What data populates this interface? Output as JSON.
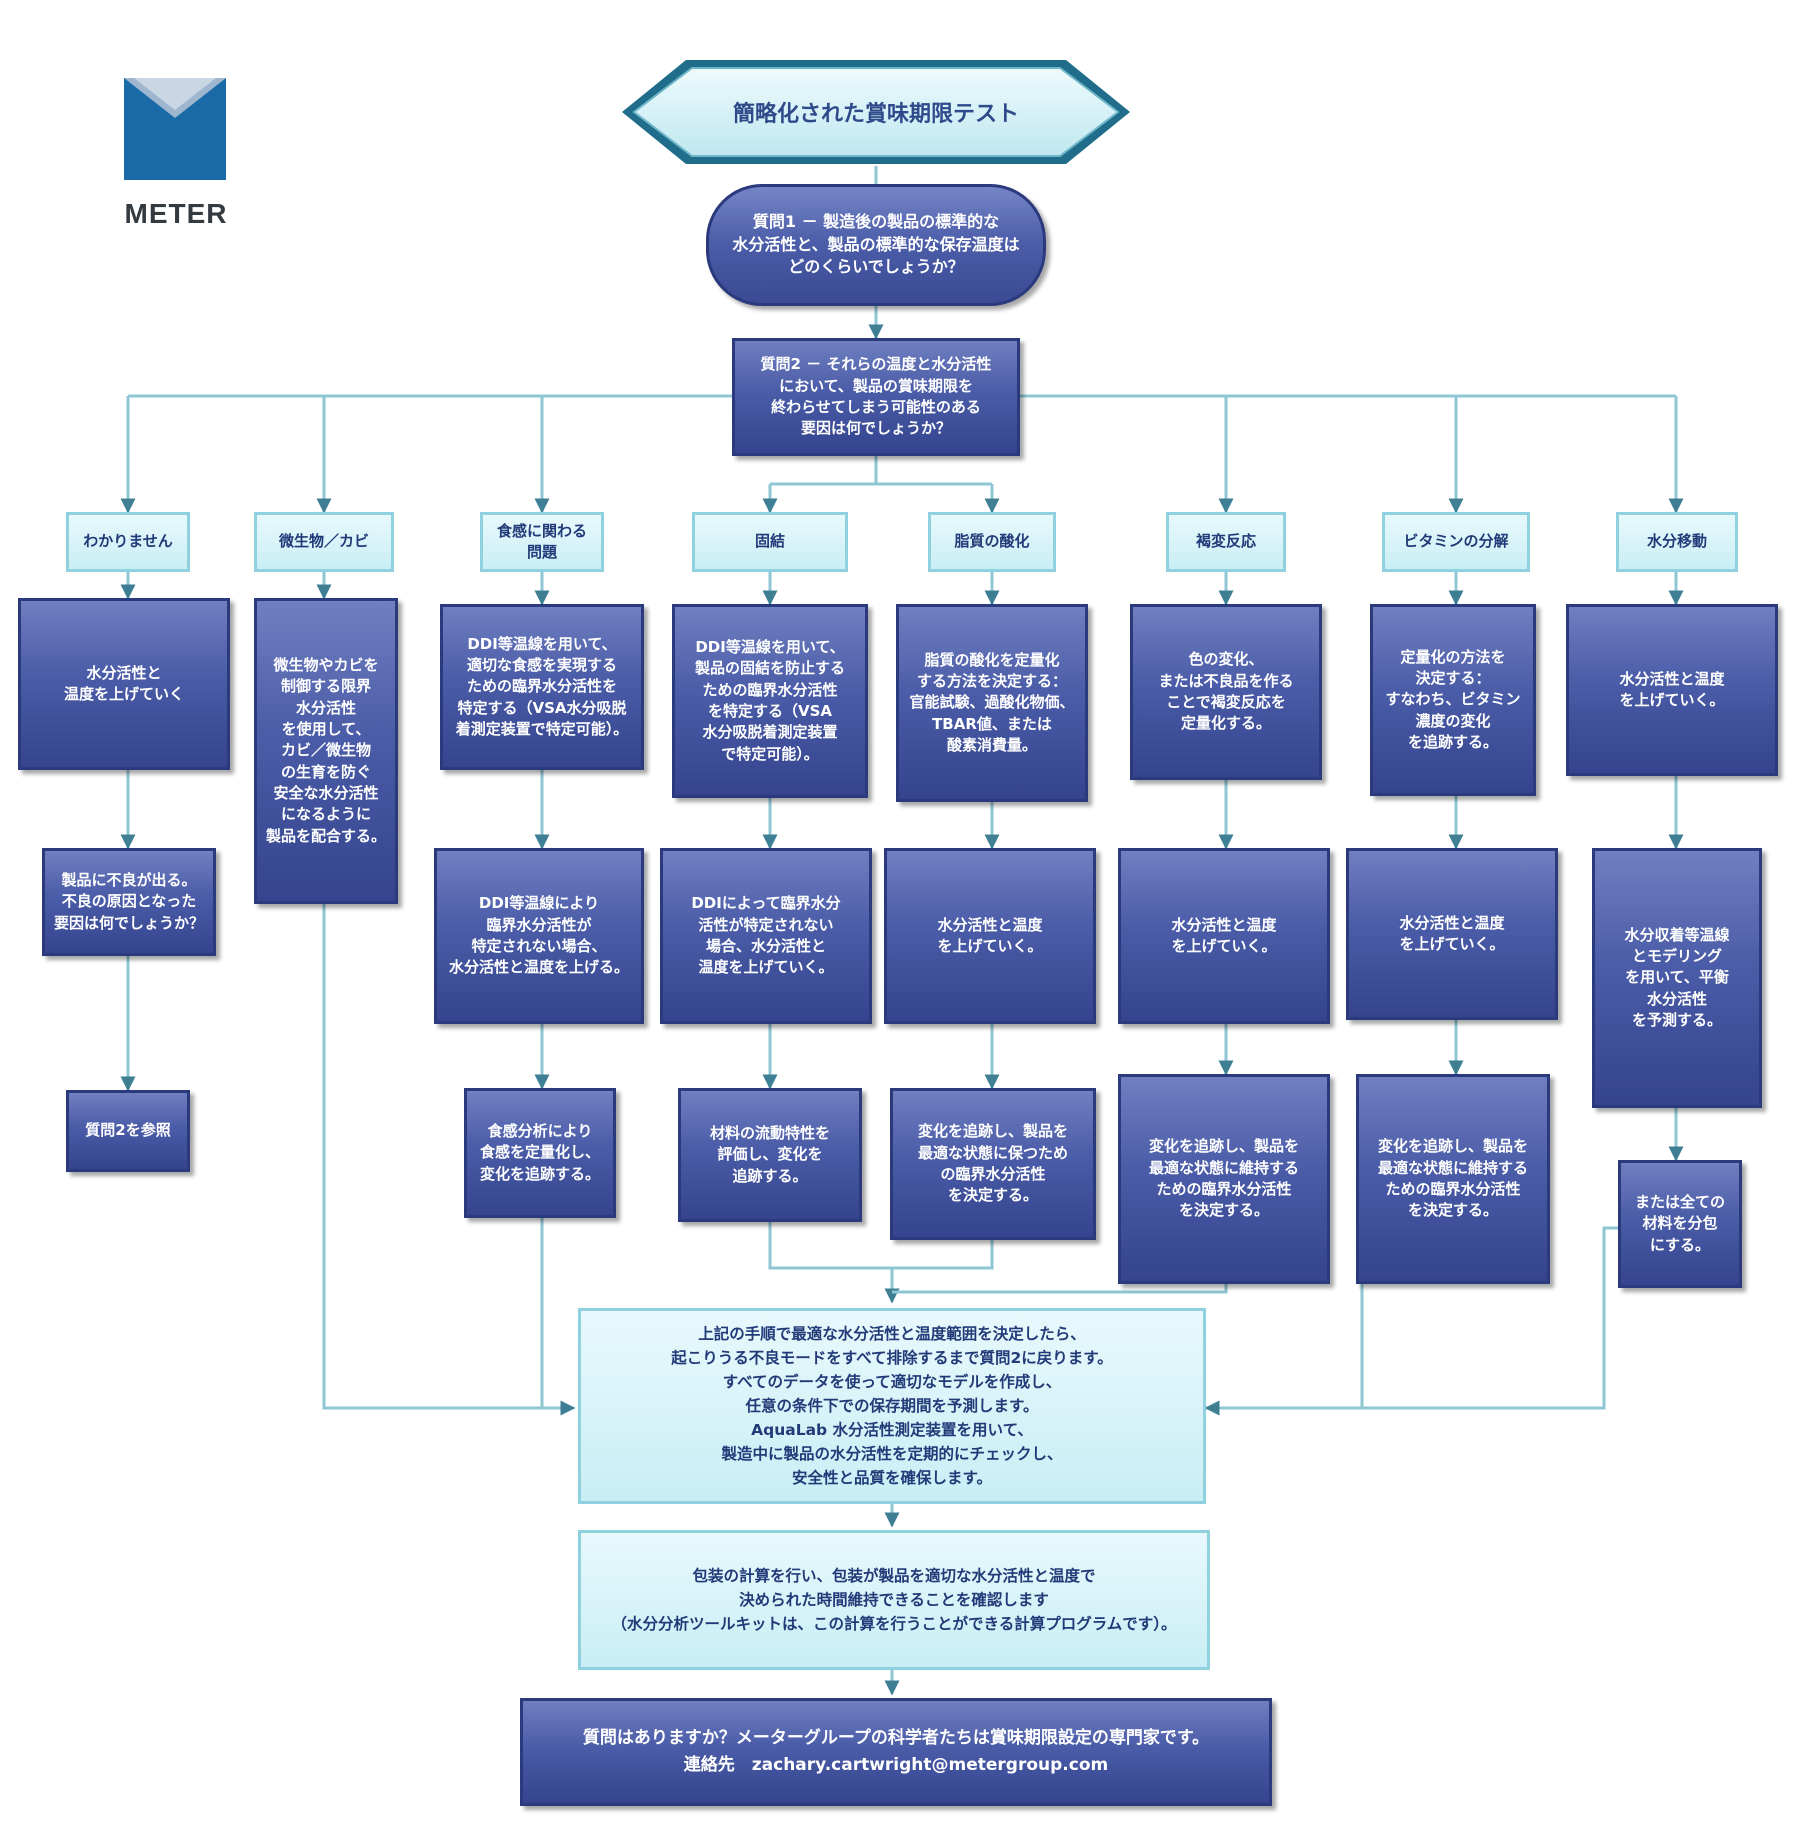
{
  "logo": {
    "wordmark": "METER"
  },
  "title": "簡略化された賞味期限テスト",
  "q1": "質問1 － 製造後の製品の標準的な\n水分活性と、製品の標準的な保存温度は\nどのくらいでしょうか？",
  "q2": "質問2 － それらの温度と水分活性\nにおいて、製品の賞味期限を\n終わらせてしまう可能性のある\n要因は何でしょうか？",
  "columns": [
    {
      "header": "わかりません",
      "steps": [
        "水分活性と\n温度を上げていく",
        "製品に不良が出る。\n不良の原因となった\n要因は何でしょうか？",
        "質問2を参照"
      ]
    },
    {
      "header": "微生物／カビ",
      "steps": [
        "微生物やカビを\n制御する限界\n水分活性\nを使用して、\nカビ／微生物\nの生育を防ぐ\n安全な水分活性\nになるように\n製品を配合する。"
      ]
    },
    {
      "header": "食感に関わる\n問題",
      "steps": [
        "DDI等温線を用いて、\n適切な食感を実現する\nための臨界水分活性を\n特定する（VSA水分吸脱\n着測定装置で特定可能）。",
        "DDI等温線により\n臨界水分活性が\n特定されない場合、\n水分活性と温度を上げる。",
        "食感分析により\n食感を定量化し、\n変化を追跡する。"
      ]
    },
    {
      "header": "固結",
      "steps": [
        "DDI等温線を用いて、\n製品の固結を防止する\nための臨界水分活性\nを特定する（VSA\n水分吸脱着測定装置\nで特定可能）。",
        "DDIによって臨界水分\n活性が特定されない\n場合、水分活性と\n温度を上げていく。",
        "材料の流動特性を\n評価し、変化を\n追跡する。"
      ]
    },
    {
      "header": "脂質の酸化",
      "steps": [
        "脂質の酸化を定量化\nする方法を決定する：\n官能試験、過酸化物価、\nTBAR値、または\n酸素消費量。",
        "水分活性と温度\nを上げていく。",
        "変化を追跡し、製品を\n最適な状態に保つため\nの臨界水分活性\nを決定する。"
      ]
    },
    {
      "header": "褐変反応",
      "steps": [
        "色の変化、\nまたは不良品を作る\nことで褐変反応を\n定量化する。",
        "水分活性と温度\nを上げていく。",
        "変化を追跡し、製品を\n最適な状態に維持する\nための臨界水分活性\nを決定する。"
      ]
    },
    {
      "header": "ビタミンの分解",
      "steps": [
        "定量化の方法を\n決定する：\nすなわち、ビタミン\n濃度の変化\nを追跡する。",
        "水分活性と温度\nを上げていく。",
        "変化を追跡し、製品を\n最適な状態に維持する\nための臨界水分活性\nを決定する。"
      ]
    },
    {
      "header": "水分移動",
      "steps": [
        "水分活性と温度\nを上げていく。",
        "水分収着等温線\nとモデリング\nを用いて、平衡\n水分活性\nを予測する。",
        "または全ての\n材料を分包\nにする。"
      ]
    }
  ],
  "summary": "上記の手順で最適な水分活性と温度範囲を決定したら、\n起こりうる不良モードをすべて排除するまで質問2に戻ります。\nすべてのデータを使って適切なモデルを作成し、\n任意の条件下での保存期間を予測します。\nAquaLab 水分活性測定装置を用いて、\n製造中に製品の水分活性を定期的にチェックし、\n安全性と品質を確保します。",
  "packaging": "包装の計算を行い、包装が製品を適切な水分活性と温度で\n決められた時間維持できることを確認します\n（水分分析ツールキットは、この計算を行うことができる計算プログラムです）。",
  "contact": "質問はありますか？メーターグループの科学者たちは賞味期限設定の専門家です。\n連絡先　zachary.cartwright@metergroup.com"
}
